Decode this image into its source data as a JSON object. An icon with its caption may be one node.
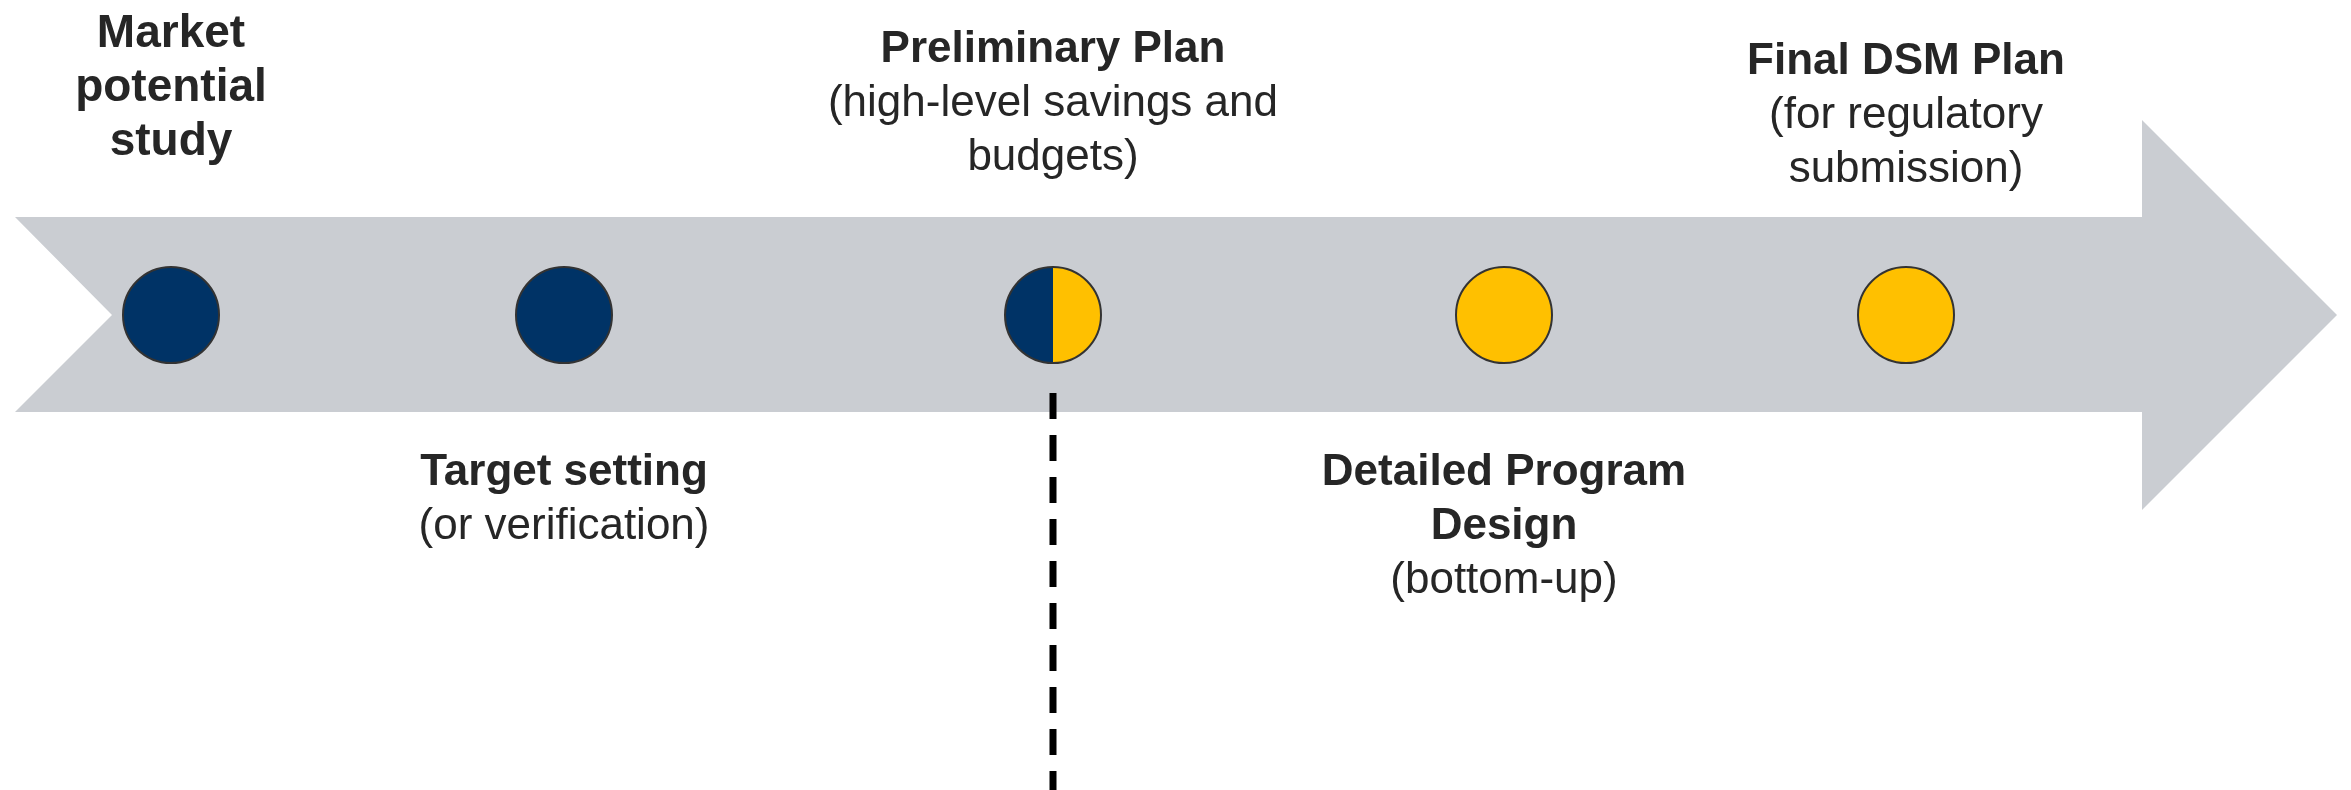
{
  "diagram": {
    "nodes": [
      {
        "text": [],
        "shape": "circle",
        "beside": [
          "Market potential study"
        ]
      },
      {
        "text": [],
        "shape": "circle",
        "beside": [
          "Target setting",
          "(or verification)"
        ]
      },
      {
        "text": [],
        "shape": "circle",
        "beside": [
          "Preliminary Plan",
          "(high-level savings and budgets)"
        ]
      },
      {
        "text": [],
        "shape": "circle",
        "beside": [
          "Detailed Program Design",
          "(bottom-up)"
        ]
      },
      {
        "text": [],
        "shape": "circle",
        "beside": [
          "Final DSM Plan",
          "(for regulatory submission)"
        ]
      }
    ],
    "edges": []
  }
}
